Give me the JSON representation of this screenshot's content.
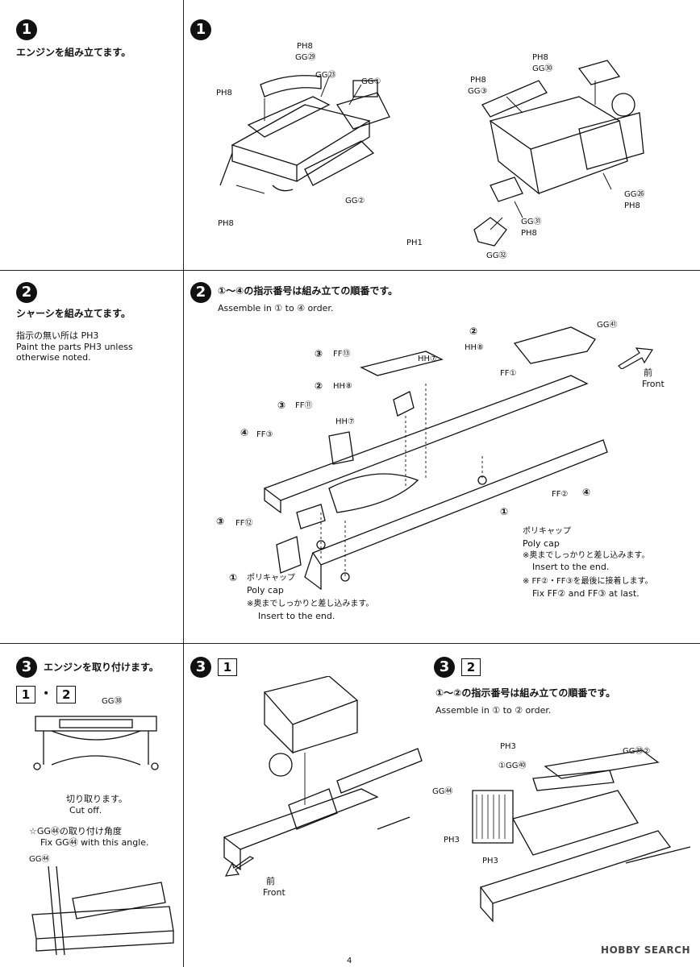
{
  "step1": {
    "num": "1",
    "left_text": "エンジンを組み立てます。",
    "labels": [
      "PH8",
      "GG㉙",
      "GG㉓",
      "GG①",
      "PH8",
      "GG②",
      "PH8",
      "PH8",
      "GG㉚",
      "PH8",
      "GG③",
      "GG㉖",
      "PH8",
      "GG㉛",
      "PH8",
      "PH1",
      "GG㉜"
    ]
  },
  "step2": {
    "num": "2",
    "left_text": "シャーシを組み立てます。",
    "note_jp": "指示の無い所は PH3",
    "note_en1": "Paint the parts PH3 unless",
    "note_en2": "otherwise noted.",
    "order_jp": "①～④の指示番号は組み立ての順番です。",
    "order_en": "Assemble in ① to ④ order.",
    "front_jp": "前",
    "front_en": "Front",
    "parts": [
      "GG㊶",
      "FF⑬",
      "HH⑦",
      "HH⑧",
      "FF①",
      "HH⑧",
      "FF⑪",
      "HH⑦",
      "FF③",
      "FF⑫",
      "FF②"
    ],
    "order_marks": [
      "③",
      "②",
      "②",
      "③",
      "④",
      "③",
      "④"
    ],
    "polycap1_num": "①",
    "polycap1_jp": "ポリキャップ",
    "polycap1_en": "Poly cap",
    "polycap1_note_jp": "※奥までしっかりと差し込みます。",
    "polycap1_note_en": "Insert to the end.",
    "fix_note_jp": "※ FF②・FF③を最後に接着します。",
    "fix_note_en": "Fix FF② and FF③ at last.",
    "polycap2_num": "①",
    "polycap2_jp": "ポリキャップ",
    "polycap2_en": "Poly cap",
    "polycap2_note_jp": "※奥までしっかりと差し込みます。",
    "polycap2_note_en": "Insert to the end."
  },
  "step3": {
    "num": "3",
    "left_text": "エンジンを取り付けます。",
    "sub_a": "1",
    "sub_sep": "・",
    "sub_b": "2",
    "gg38": "GG㊳",
    "cut_jp": "切り取ります。",
    "cut_en": "Cut off.",
    "angle_jp": "☆GG㊹の取り付け角度",
    "angle_en": "Fix GG㊹ with this angle.",
    "gg44_left": "GG㊹",
    "mid_sub": "1",
    "mid_front_jp": "前",
    "mid_front_en": "Front",
    "right_sub": "2",
    "right_order_jp": "①～②の指示番号は組み立ての順番です。",
    "right_order_en": "Assemble in ① to ② order.",
    "right_labels": [
      "PH3",
      "GG㊳②",
      "①GG㊵",
      "GG㊹",
      "PH3",
      "PH3"
    ]
  },
  "footer": {
    "page": "4",
    "watermark": "HOBBY SEARCH"
  }
}
